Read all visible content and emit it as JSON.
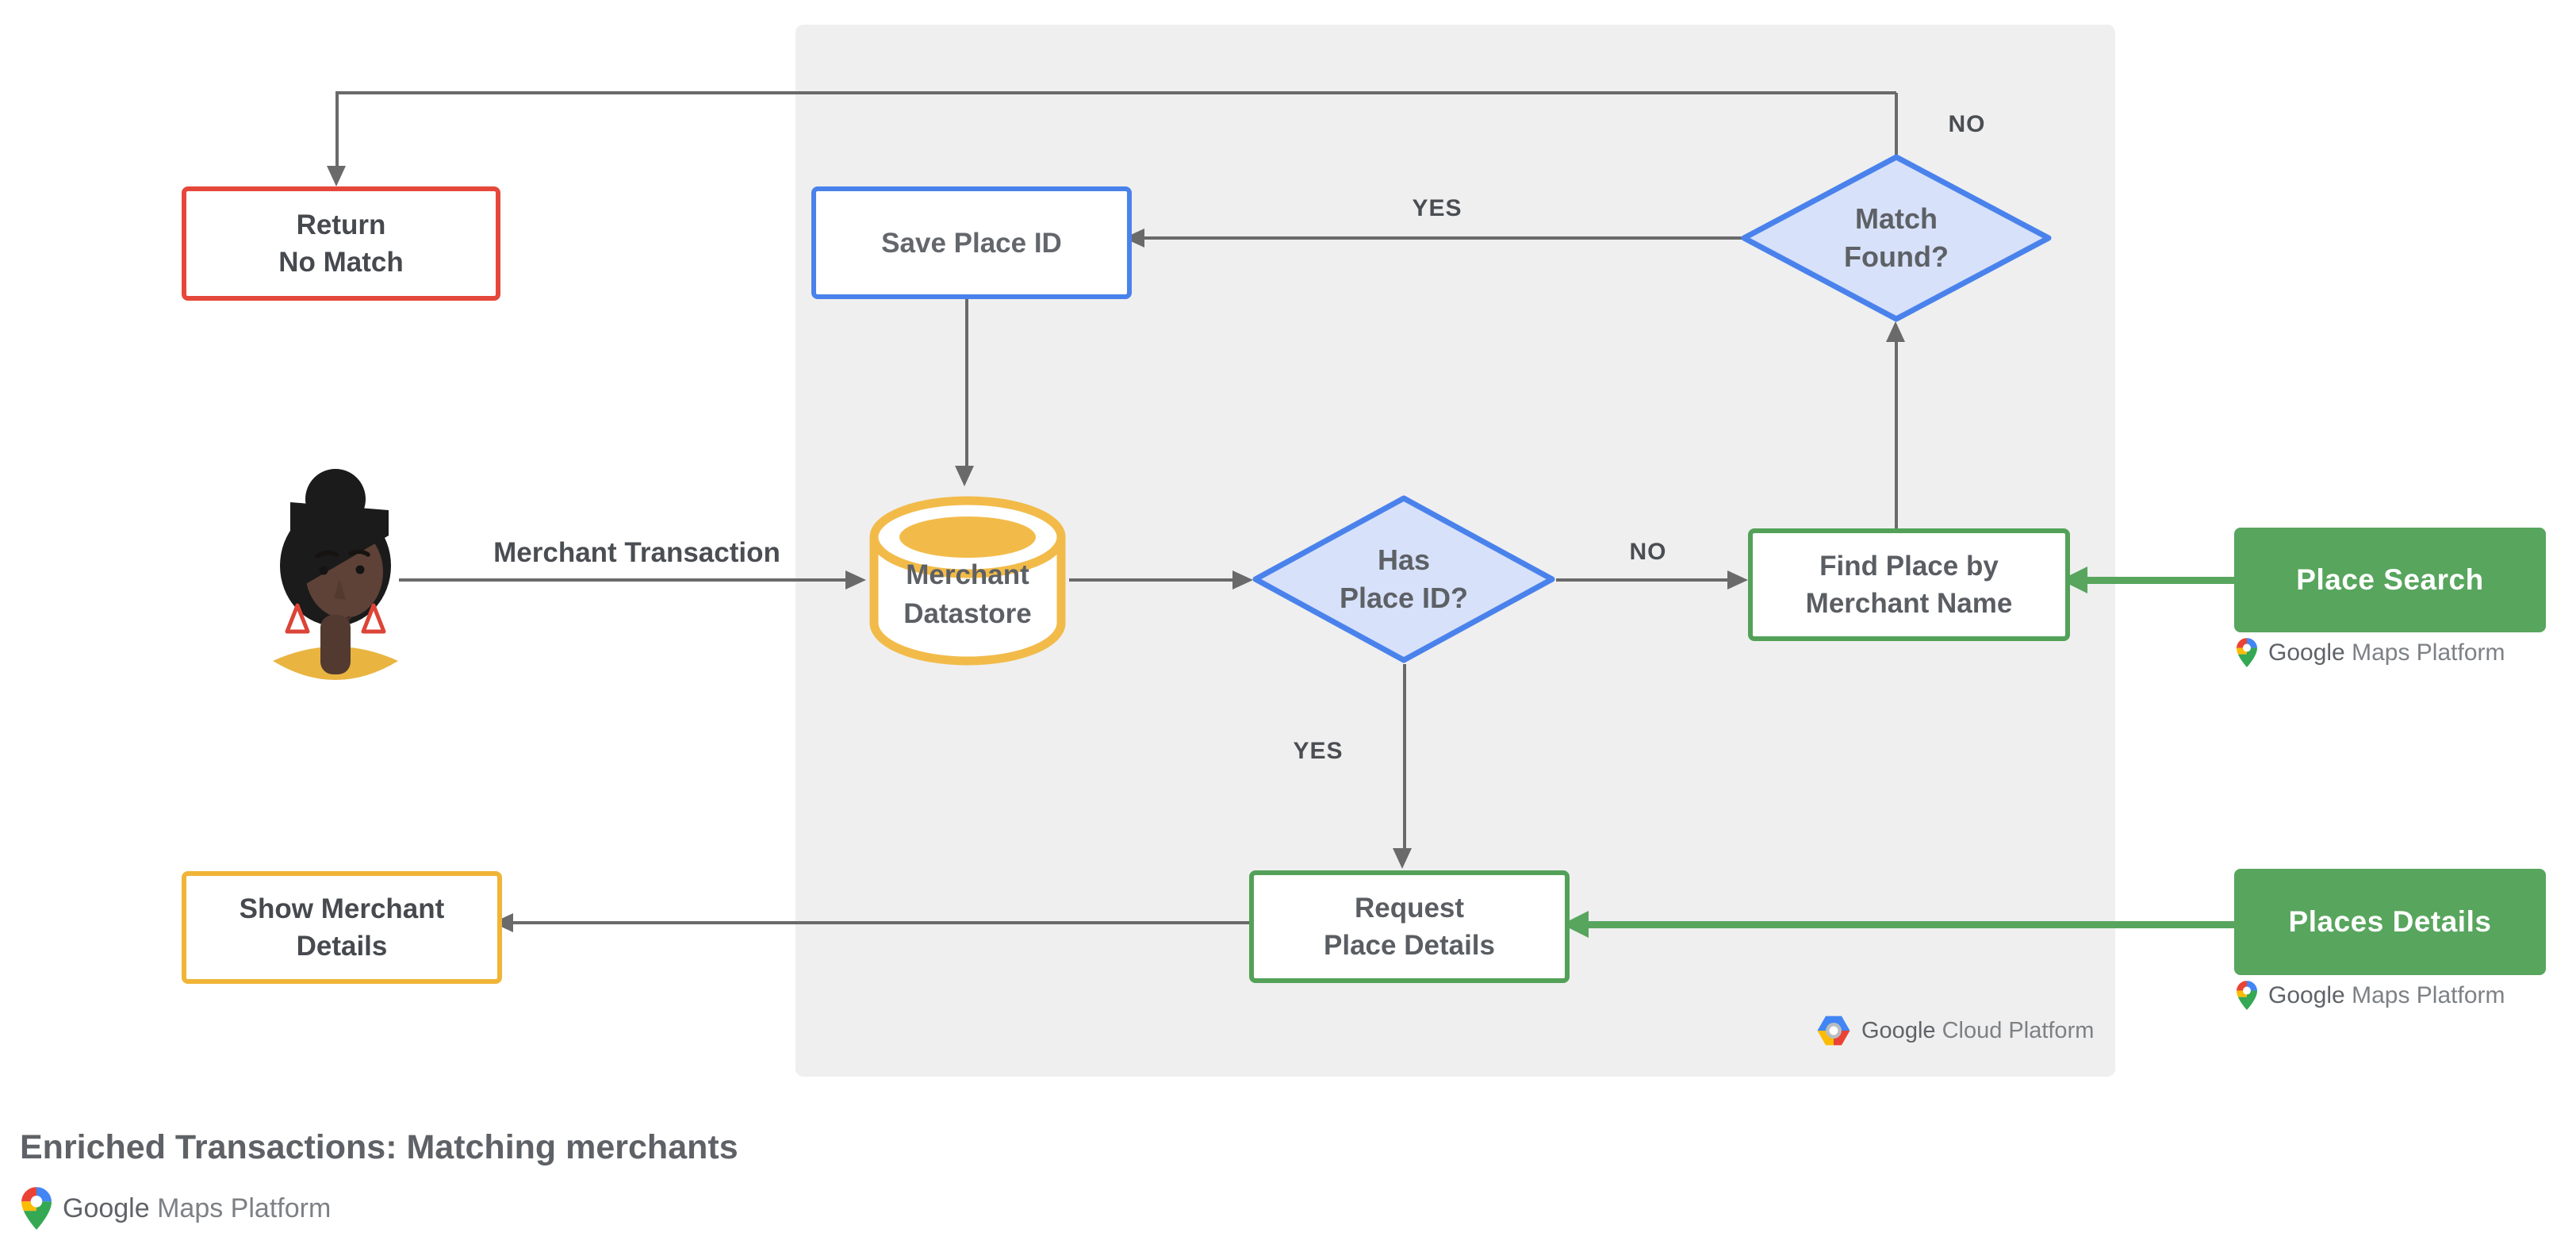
{
  "diagram": {
    "title": "Enriched Transactions: Matching merchants",
    "merchant_transaction_label": "Merchant Transaction",
    "nodes": {
      "return_no_match": {
        "line1": "Return",
        "line2": "No Match"
      },
      "save_place_id": {
        "label": "Save Place ID"
      },
      "match_found": {
        "line1": "Match",
        "line2": "Found?"
      },
      "merchant_datastore": {
        "line1": "Merchant",
        "line2": "Datastore"
      },
      "has_place_id": {
        "line1": "Has",
        "line2": "Place ID?"
      },
      "find_place_by_merchant_name": {
        "line1": "Find Place by",
        "line2": "Merchant Name"
      },
      "request_place_details": {
        "line1": "Request",
        "line2": "Place Details"
      },
      "show_merchant_details": {
        "line1": "Show Merchant",
        "line2": "Details"
      },
      "place_search_api": {
        "label": "Place Search"
      },
      "places_details_api": {
        "label": "Places Details"
      }
    },
    "edge_labels": {
      "match_found_no": "NO",
      "match_found_yes": "YES",
      "has_place_id_no": "NO",
      "has_place_id_yes": "YES"
    },
    "logos": {
      "google_cloud_platform": {
        "google": "Google",
        "rest": "Cloud Platform"
      },
      "google_maps_platform": {
        "google": "Google",
        "rest": "Maps Platform"
      }
    },
    "colors": {
      "panel_background": "#EFEFEF",
      "red_border": "#E5483B",
      "blue_border": "#4A82EC",
      "diamond_fill": "#D7E1F9",
      "yellow": "#F1B840",
      "green_fill": "#58A55E",
      "green_border": "#53A158",
      "arrow_gray": "#6A6A6A",
      "text_gray": "#53575C"
    }
  }
}
